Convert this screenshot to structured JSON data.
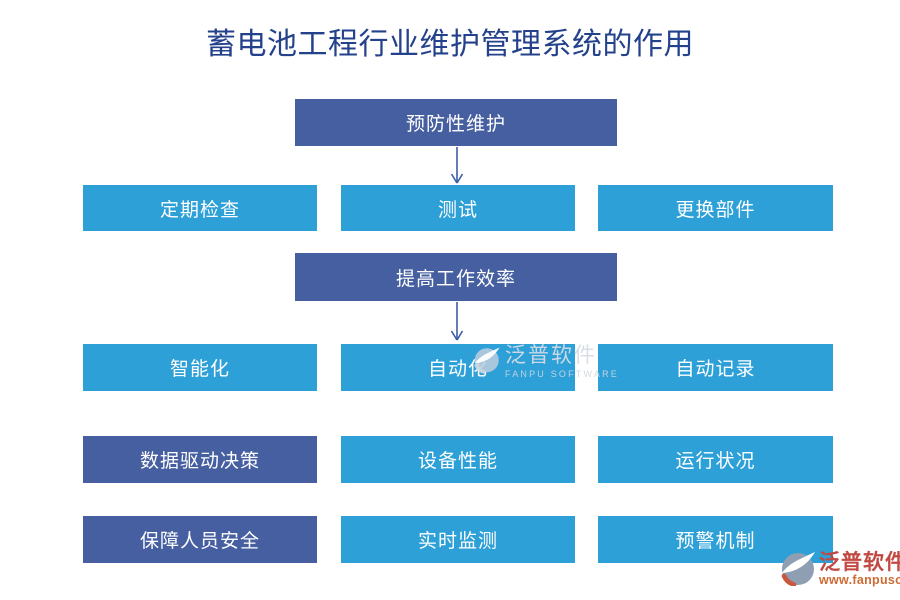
{
  "title": "蓄电池工程行业维护管理系统的作用",
  "sections": [
    {
      "header": "预防性维护",
      "items": [
        "定期检查",
        "测试",
        "更换部件"
      ]
    },
    {
      "header": "提高工作效率",
      "items": [
        "智能化",
        "自动化",
        "自动记录"
      ]
    }
  ],
  "detail_rows": [
    {
      "cells": [
        {
          "label": "数据驱动决策",
          "variant": "dark"
        },
        {
          "label": "设备性能",
          "variant": "light"
        },
        {
          "label": "运行状况",
          "variant": "light"
        }
      ]
    },
    {
      "cells": [
        {
          "label": "保障人员安全",
          "variant": "dark"
        },
        {
          "label": "实时监测",
          "variant": "light"
        },
        {
          "label": "预警机制",
          "variant": "light"
        }
      ]
    }
  ],
  "watermark": {
    "brand": "泛普软件",
    "subtitle": "FANPU SOFTWARE"
  },
  "footer_logo": {
    "brand": "泛普软件",
    "url": "www.fanpusoft.com"
  },
  "icons": {
    "watermark_logo": "fanpu-swoosh-circle",
    "footer_logo": "fanpu-swoosh-circle"
  },
  "colors": {
    "header_box": "#465FA0",
    "item_box": "#2DA0D8",
    "title_text": "#24418C",
    "arrow": "#3D5DA9",
    "box_text": "#FFFFFF",
    "brand_red": "#C04A42",
    "brand_url_orange": "#CE6B35"
  }
}
